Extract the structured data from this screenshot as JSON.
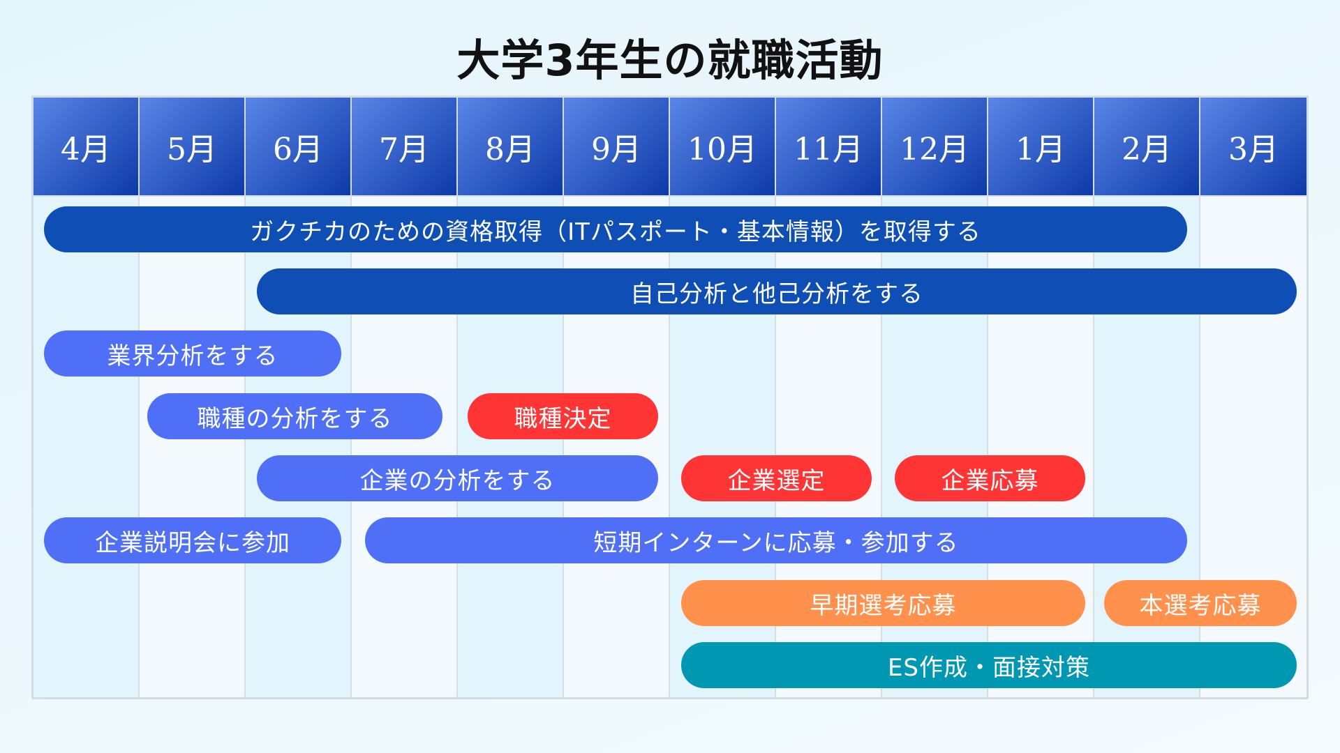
{
  "title": "大学3年生の就職活動",
  "months": [
    "4月",
    "5月",
    "6月",
    "7月",
    "8月",
    "9月",
    "10月",
    "11月",
    "12月",
    "1月",
    "2月",
    "3月"
  ],
  "colors": {
    "header_gradient": [
      "#5a86e8",
      "#0d3aa8"
    ],
    "dark_blue": "#0f4fb5",
    "light_blue": "#4f6ff7",
    "red": "#ff3434",
    "orange": "#ff914d",
    "teal": "#0097b2"
  },
  "tasks": [
    {
      "label": "ガクチカのための資格取得（ITパスポート・基本情報）を取得する",
      "color": "dark_blue"
    },
    {
      "label": "自己分析と他己分析をする",
      "color": "dark_blue"
    },
    {
      "label": "業界分析をする",
      "color": "light_blue"
    },
    {
      "label": "職種の分析をする",
      "color": "light_blue"
    },
    {
      "label": "職種決定",
      "color": "red"
    },
    {
      "label": "企業の分析をする",
      "color": "light_blue"
    },
    {
      "label": "企業選定",
      "color": "red"
    },
    {
      "label": "企業応募",
      "color": "red"
    },
    {
      "label": "企業説明会に参加",
      "color": "light_blue"
    },
    {
      "label": "短期インターンに応募・参加する",
      "color": "light_blue"
    },
    {
      "label": "早期選考応募",
      "color": "orange"
    },
    {
      "label": "本選考応募",
      "color": "orange"
    },
    {
      "label": "ES作成・面接対策",
      "color": "teal"
    }
  ]
}
